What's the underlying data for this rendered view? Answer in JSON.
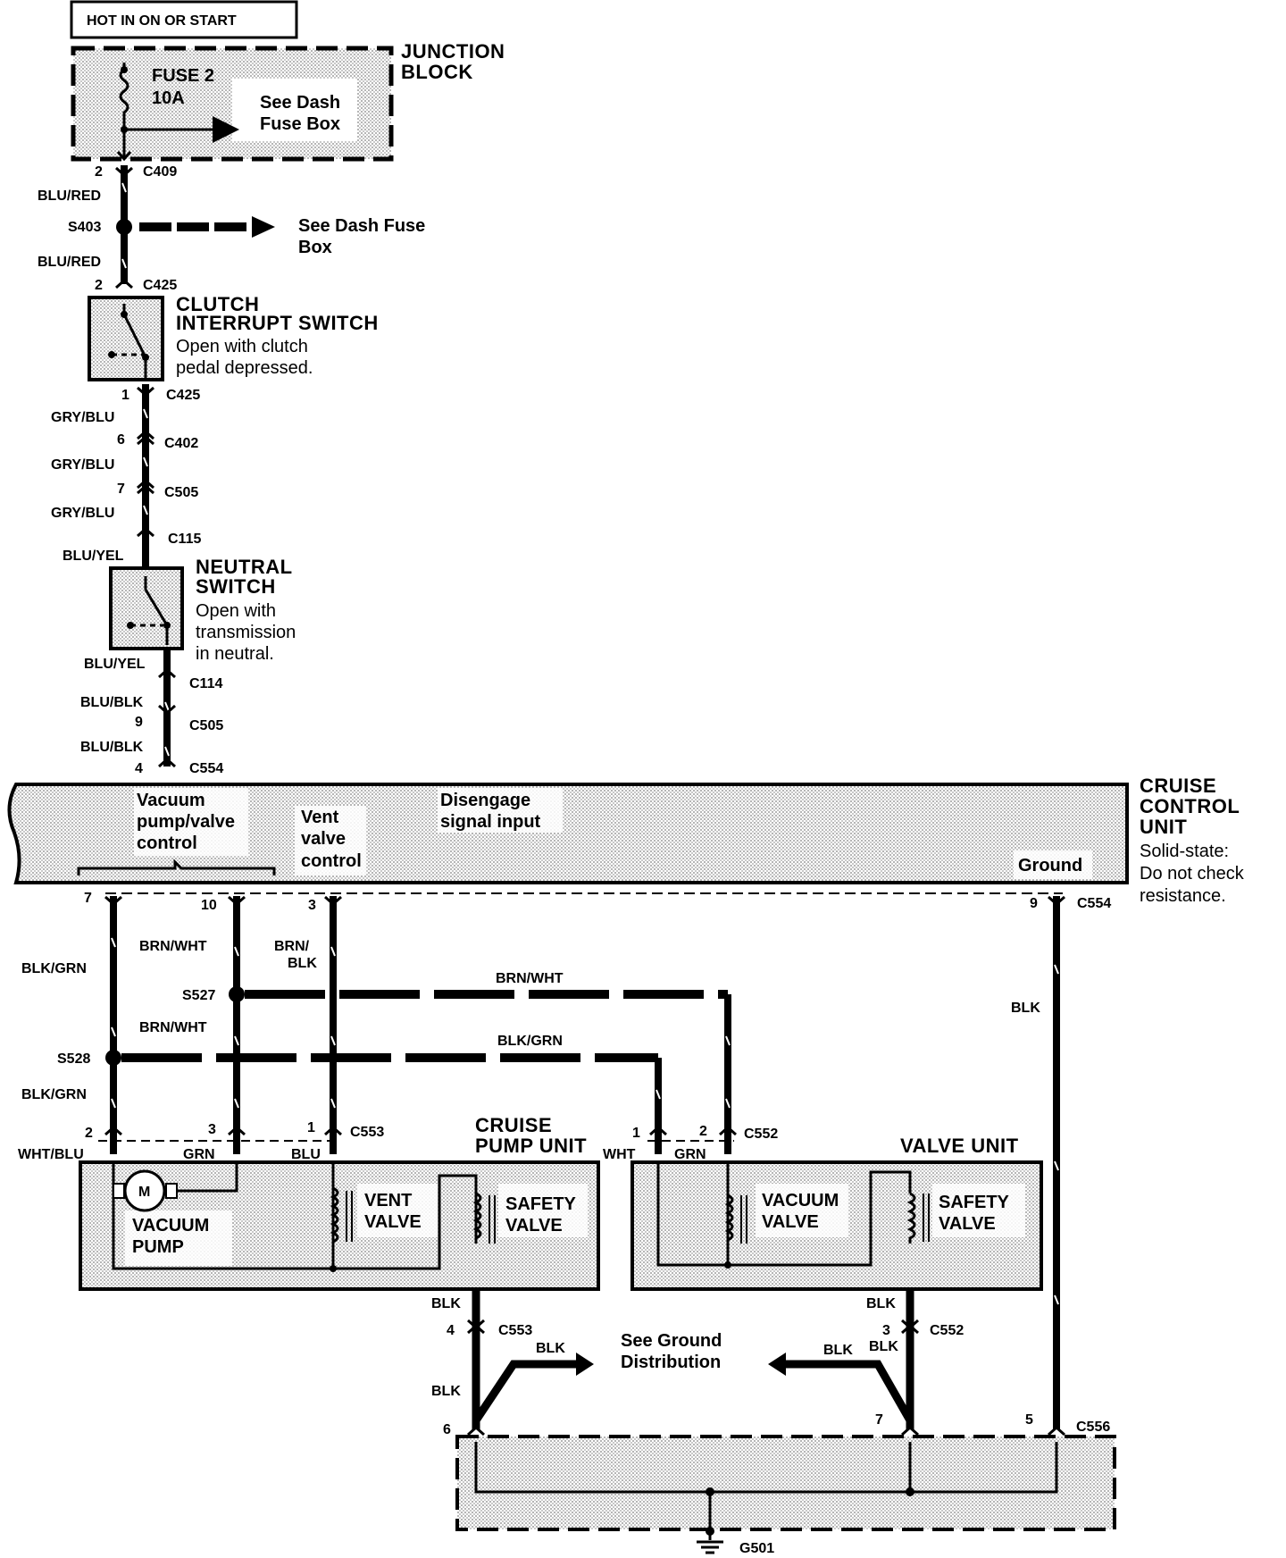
{
  "header": {
    "power_label": "HOT IN ON OR START"
  },
  "junction_block": {
    "title_line1": "JUNCTION",
    "title_line2": "BLOCK",
    "fuse_line1": "FUSE 2",
    "fuse_line2": "10A",
    "note_line1": "See Dash",
    "note_line2": "Fuse Box"
  },
  "splice_s403": {
    "label": "S403",
    "note_line1": "See Dash Fuse",
    "note_line2": "Box"
  },
  "clutch_switch": {
    "title_line1": "CLUTCH",
    "title_line2": "INTERRUPT SWITCH",
    "desc_line1": "Open with clutch",
    "desc_line2": "pedal depressed."
  },
  "neutral_switch": {
    "title_line1": "NEUTRAL",
    "title_line2": "SWITCH",
    "desc_line1": "Open with",
    "desc_line2": "transmission",
    "desc_line3": "in neutral."
  },
  "cruise_control_unit": {
    "title_line1": "CRUISE",
    "title_line2": "CONTROL",
    "title_line3": "UNIT",
    "desc_line1": "Solid-state:",
    "desc_line2": "Do not check",
    "desc_line3": "resistance.",
    "vacuum_line1": "Vacuum",
    "vacuum_line2": "pump/valve",
    "vacuum_line3": "control",
    "vent_line1": "Vent",
    "vent_line2": "valve",
    "vent_line3": "control",
    "disengage_line1": "Disengage",
    "disengage_line2": "signal input",
    "ground": "Ground"
  },
  "cruise_pump_unit": {
    "title_line1": "CRUISE",
    "title_line2": "PUMP UNIT",
    "motor_symbol": "M",
    "vacuum_pump_line1": "VACUUM",
    "vacuum_pump_line2": "PUMP",
    "vent_valve_line1": "VENT",
    "vent_valve_line2": "VALVE",
    "safety_valve_line1": "SAFETY",
    "safety_valve_line2": "VALVE"
  },
  "valve_unit": {
    "title": "VALVE UNIT",
    "vacuum_valve_line1": "VACUUM",
    "vacuum_valve_line2": "VALVE",
    "safety_valve_line1": "SAFETY",
    "safety_valve_line2": "VALVE"
  },
  "ground_distribution": {
    "line1": "See Ground",
    "line2": "Distribution",
    "ground_label": "G501"
  },
  "connectors": {
    "c409": "C409",
    "c425": "C425",
    "c402": "C402",
    "c505": "C505",
    "c115": "C115",
    "c114": "C114",
    "c554": "C554",
    "c553": "C553",
    "c552": "C552",
    "c556": "C556",
    "s527": "S527",
    "s528": "S528"
  },
  "pins": {
    "p2": "2",
    "p1": "1",
    "p6": "6",
    "p7": "7",
    "p9": "9",
    "p4": "4",
    "p10": "10",
    "p3": "3",
    "p5": "5"
  },
  "wires": {
    "blu_red": "BLU/RED",
    "gry_blu": "GRY/BLU",
    "blu_yel": "BLU/YEL",
    "blu_blk": "BLU/BLK",
    "blk_grn": "BLK/GRN",
    "brn_wht": "BRN/WHT",
    "brn_slash": "BRN/",
    "blk": "BLK",
    "wht_blu": "WHT/BLU",
    "grn": "GRN",
    "blu": "BLU",
    "wht": "WHT"
  }
}
